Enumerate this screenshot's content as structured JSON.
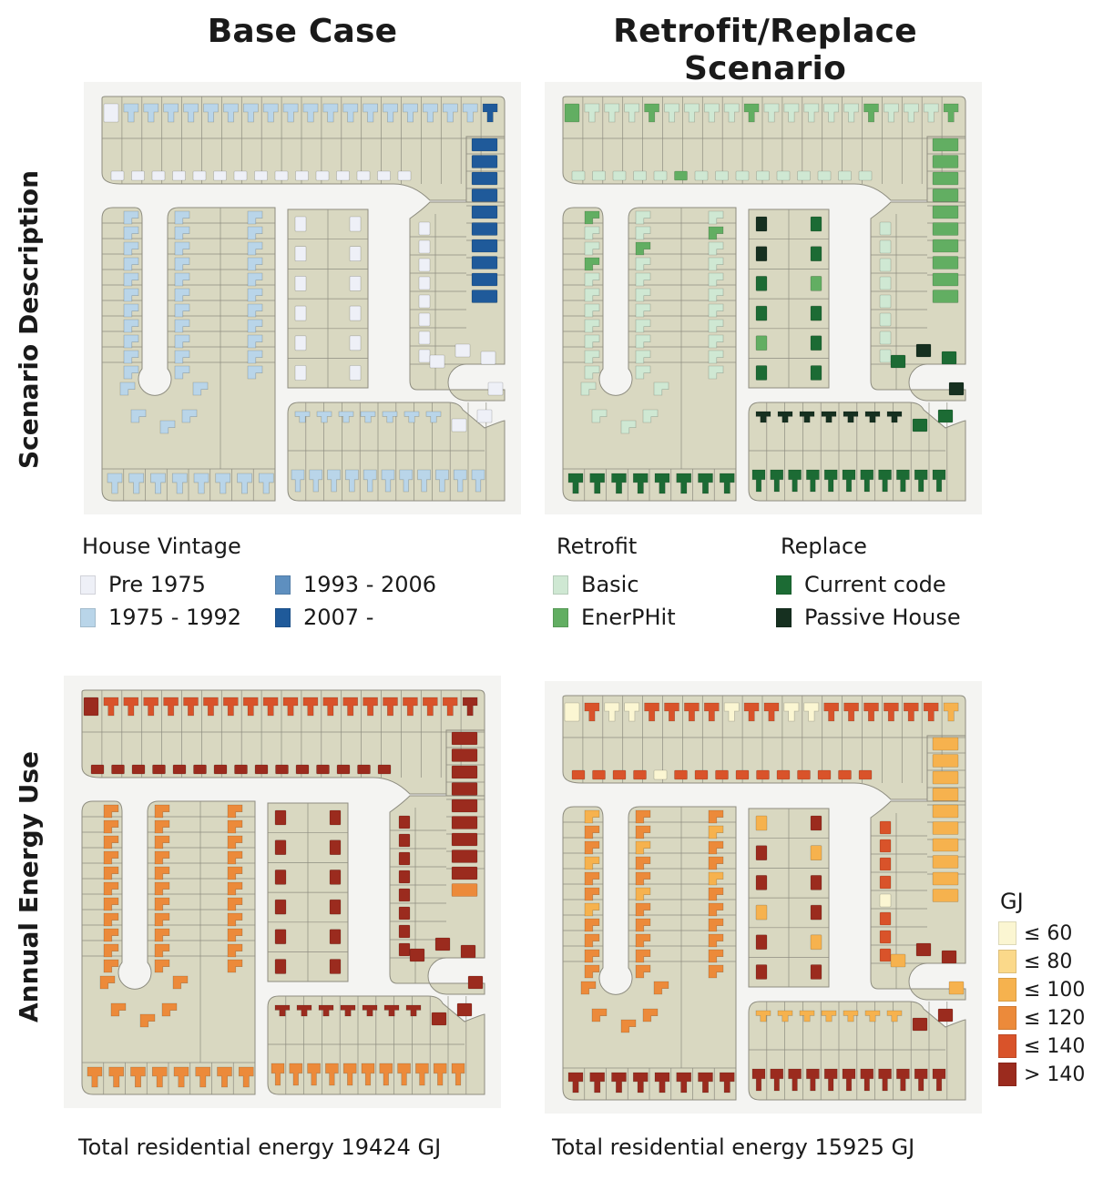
{
  "columns": {
    "base_title": "Base Case",
    "retrofit_title": "Retrofit/Replace Scenario"
  },
  "rows": {
    "top_label": "Scenario Description",
    "bottom_label": "Annual Energy Use"
  },
  "legend_vintage": {
    "title": "House Vintage",
    "items": [
      {
        "label": "Pre 1975",
        "color": "#eef0f7"
      },
      {
        "label": "1975 - 1992",
        "color": "#b9d5e9"
      },
      {
        "label": "1993 - 2006",
        "color": "#5e8fbf"
      },
      {
        "label": "2007 -",
        "color": "#1f5a9a"
      }
    ]
  },
  "legend_retrofit": {
    "title": "Retrofit",
    "items": [
      {
        "label": "Basic",
        "color": "#cfe8d3"
      },
      {
        "label": "EnerPHit",
        "color": "#62ae62"
      }
    ]
  },
  "legend_replace": {
    "title": "Replace",
    "items": [
      {
        "label": "Current code",
        "color": "#1c6b34"
      },
      {
        "label": "Passive House",
        "color": "#163020"
      }
    ]
  },
  "energy_legend": {
    "title": "GJ",
    "items": [
      {
        "label": "≤ 60",
        "color": "#fbf6d2"
      },
      {
        "label": "≤ 80",
        "color": "#fbd98a"
      },
      {
        "label": "≤ 100",
        "color": "#f6b24e"
      },
      {
        "label": "≤ 120",
        "color": "#ec8a3a"
      },
      {
        "label": "≤ 140",
        "color": "#d9532a"
      },
      {
        "label": "> 140",
        "color": "#9b2b1e"
      }
    ]
  },
  "totals": {
    "base": "Total residential energy  19424 GJ",
    "retrofit": "Total residential energy  15925 GJ"
  },
  "map_colors": {
    "lot": "#d9d8c1",
    "road": "#f4f4f2",
    "lot_line": "#8e8d80"
  }
}
